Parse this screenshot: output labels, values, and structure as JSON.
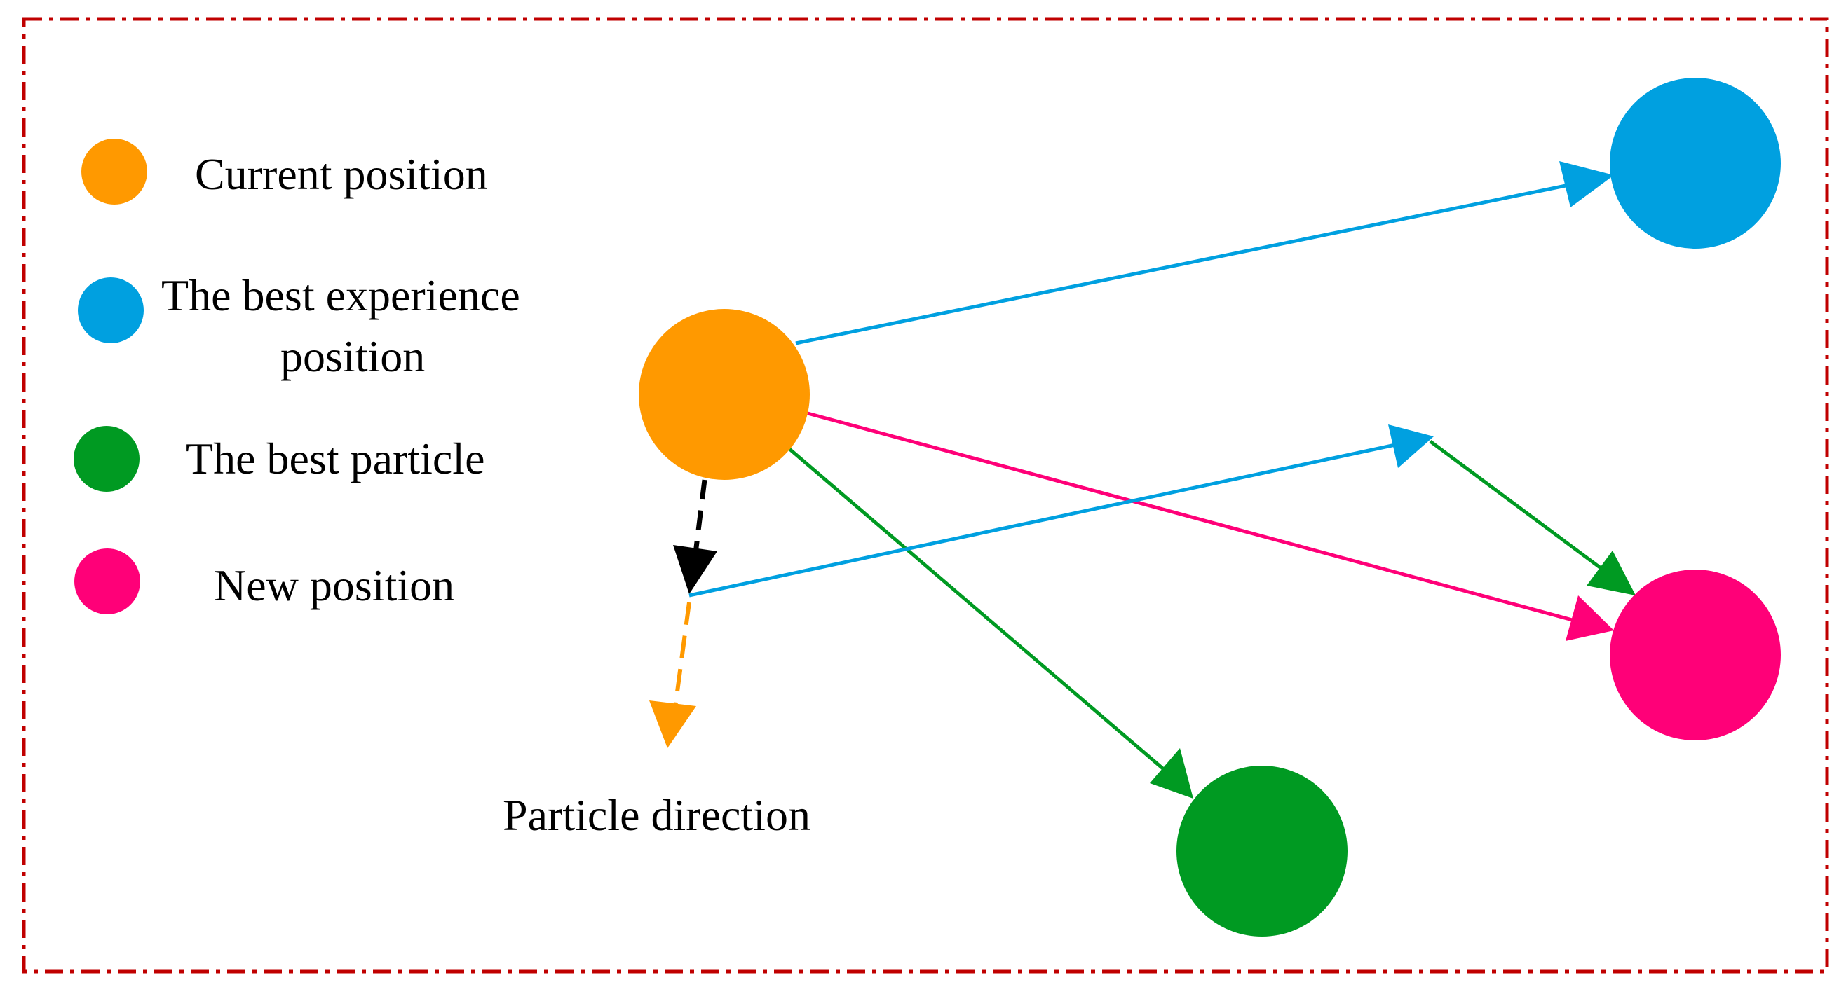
{
  "legend": {
    "current": "Current position",
    "best_experience_line1": "The best experience",
    "best_experience_line2": "position",
    "best_particle": "The best particle",
    "new_position": "New position"
  },
  "annotation": {
    "particle_direction": "Particle direction"
  },
  "colors": {
    "border": "#c00000",
    "current": "#ff9900",
    "best_experience": "#00a0e0",
    "best_particle": "#009a22",
    "new_position": "#ff0078",
    "inertia_arrow": "#000000"
  }
}
